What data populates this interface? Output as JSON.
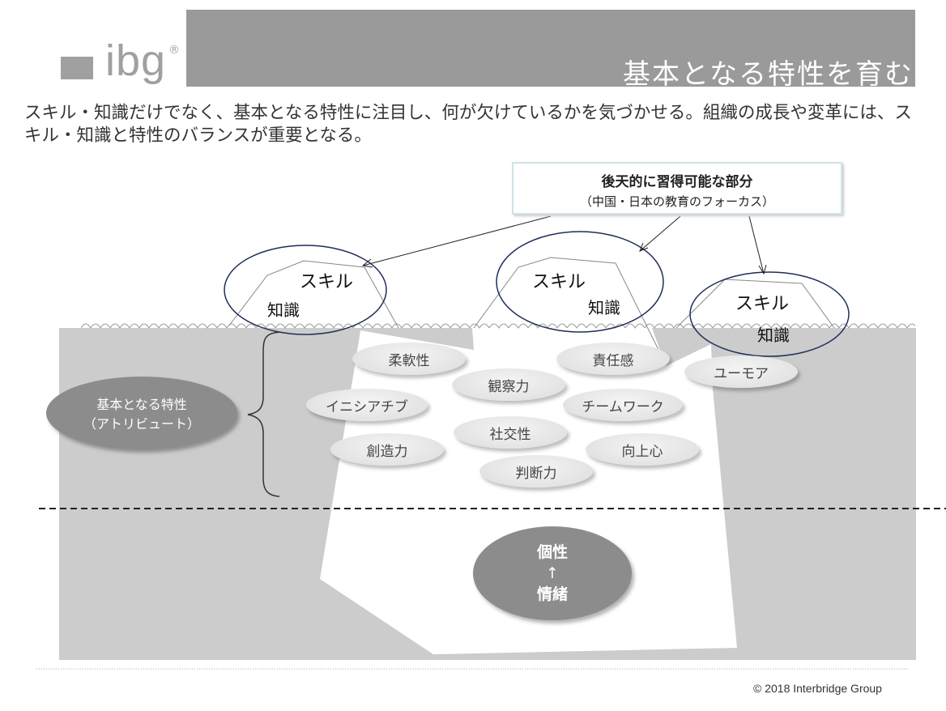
{
  "header": {
    "title": "基本となる特性を育む",
    "logo": "ibg",
    "logo_mark": "®"
  },
  "intro": "スキル・知識だけでなく、基本となる特性に注目し、何が欠けているかを気づかせる。組織の成長や変革には、スキル・知識と特性のバランスが重要となる。",
  "callout": {
    "title": "後天的に習得可能な部分",
    "subtitle": "（中国・日本の教育のフォーカス）"
  },
  "icebergs": [
    {
      "skill": "スキル",
      "knowledge": "知識"
    },
    {
      "skill": "スキル",
      "knowledge": "知識"
    },
    {
      "skill": "スキル",
      "knowledge": "知識"
    }
  ],
  "attributes_label": {
    "line1": "基本となる特性",
    "line2": "（アトリビュート）"
  },
  "traits": [
    "柔軟性",
    "責任感",
    "ユーモア",
    "観察力",
    "イニシアチブ",
    "チームワーク",
    "社交性",
    "創造力",
    "向上心",
    "判断力"
  ],
  "core": {
    "top": "個性",
    "arrow": "↑",
    "bottom": "情緒"
  },
  "footer": {
    "copyright": "© 2018 Interbridge Group"
  }
}
